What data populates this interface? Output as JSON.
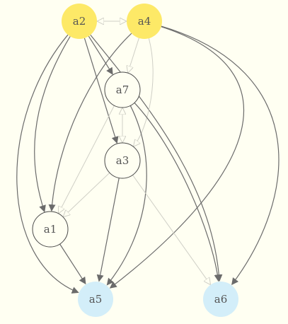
{
  "colors": {
    "background": "#fffff2",
    "highlight_node": "#fde967",
    "output_node": "#d3eef9",
    "plain_node": "#fffff2",
    "node_stroke": "#4a4a4a",
    "edge_dark": "#6b6b6b",
    "edge_light": "#cfcfc6",
    "label": "#555555"
  },
  "nodes": [
    {
      "id": "a2",
      "label": "a2",
      "role": "highlight"
    },
    {
      "id": "a4",
      "label": "a4",
      "role": "highlight"
    },
    {
      "id": "a7",
      "label": "a7",
      "role": "plain"
    },
    {
      "id": "a3",
      "label": "a3",
      "role": "plain"
    },
    {
      "id": "a1",
      "label": "a1",
      "role": "plain"
    },
    {
      "id": "a5",
      "label": "a5",
      "role": "output"
    },
    {
      "id": "a6",
      "label": "a6",
      "role": "output"
    }
  ],
  "edges": [
    {
      "from": "a2",
      "to": "a4",
      "style": "light",
      "bidirectional": true
    },
    {
      "from": "a2",
      "to": "a7",
      "style": "dark"
    },
    {
      "from": "a2",
      "to": "a3",
      "style": "dark"
    },
    {
      "from": "a2",
      "to": "a1",
      "style": "dark"
    },
    {
      "from": "a2",
      "to": "a5",
      "style": "dark"
    },
    {
      "from": "a2",
      "to": "a6",
      "style": "dark"
    },
    {
      "from": "a4",
      "to": "a7",
      "style": "light"
    },
    {
      "from": "a4",
      "to": "a3",
      "style": "light"
    },
    {
      "from": "a4",
      "to": "a1",
      "style": "dark"
    },
    {
      "from": "a4",
      "to": "a5",
      "style": "dark"
    },
    {
      "from": "a4",
      "to": "a6",
      "style": "dark"
    },
    {
      "from": "a7",
      "to": "a3",
      "style": "light",
      "bidirectional": true
    },
    {
      "from": "a7",
      "to": "a1",
      "style": "light"
    },
    {
      "from": "a7",
      "to": "a5",
      "style": "dark"
    },
    {
      "from": "a7",
      "to": "a6",
      "style": "dark"
    },
    {
      "from": "a3",
      "to": "a1",
      "style": "light"
    },
    {
      "from": "a3",
      "to": "a5",
      "style": "dark"
    },
    {
      "from": "a3",
      "to": "a6",
      "style": "light"
    },
    {
      "from": "a1",
      "to": "a5",
      "style": "dark"
    }
  ]
}
